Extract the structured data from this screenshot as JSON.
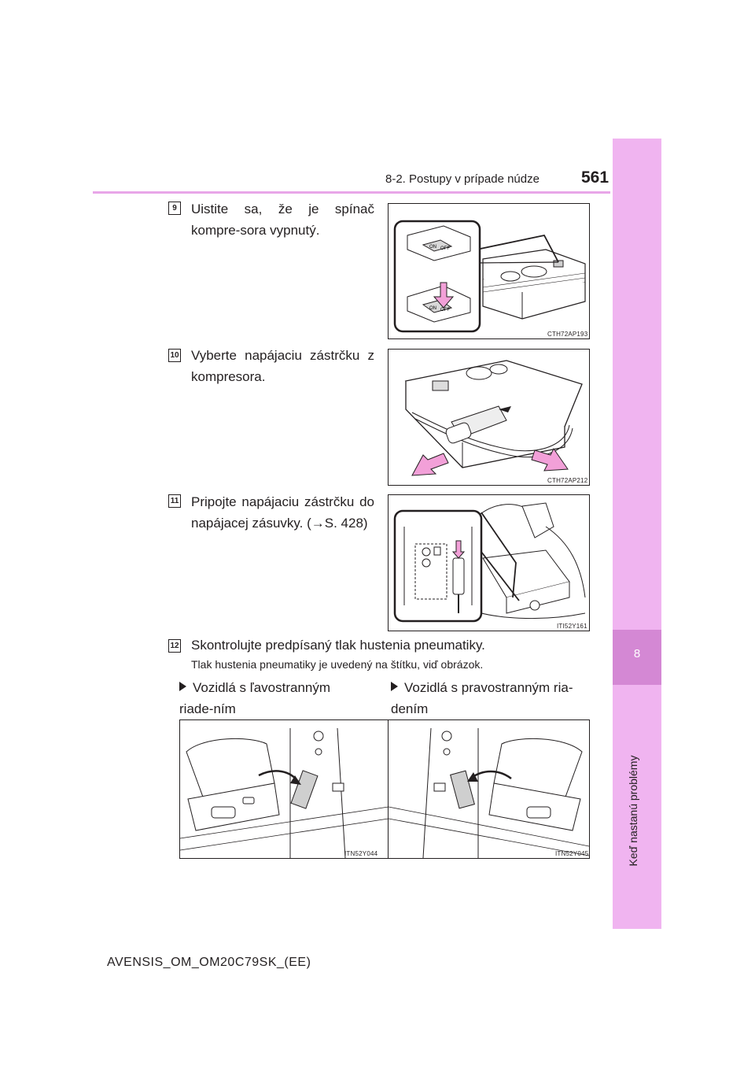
{
  "header": {
    "section": "8-2. Postupy v prípade núdze",
    "page_number": "561"
  },
  "side_tab": {
    "chapter_number": "8",
    "chapter_title": "Keď nastanú problémy"
  },
  "steps": [
    {
      "number": "9",
      "text": "Uistite sa, že je spínač kompre-sora vypnutý.",
      "figure_code": "CTH72AP193"
    },
    {
      "number": "10",
      "text": "Vyberte napájaciu zástrčku z kompresora.",
      "figure_code": "CTH72AP212"
    },
    {
      "number": "11",
      "text": "Pripojte napájaciu zástrčku do napájacej zásuvky. (→S. 428)",
      "figure_code": "ITI52Y161"
    },
    {
      "number": "12",
      "text": "Skontrolujte predpísaný tlak hustenia pneumatiky."
    }
  ],
  "note": "Tlak hustenia pneumatiky je uvedený na štítku, viď obrázok.",
  "variants": [
    {
      "label": "Vozidlá s ľavostranným riade-ním",
      "figure_code": "ITN52Y044"
    },
    {
      "label": "Vozidlá s pravostranným ria-dením",
      "figure_code": "ITN52Y045"
    }
  ],
  "switch_labels": {
    "on": "ON",
    "off": "OFF"
  },
  "colors": {
    "accent_pink": "#f0b4f0",
    "tab_dark": "#d488d4",
    "arrow_pink": "#f2a0d8",
    "header_rule": "#e8a6e8"
  },
  "footer": "AVENSIS_OM_OM20C79SK_(EE)"
}
